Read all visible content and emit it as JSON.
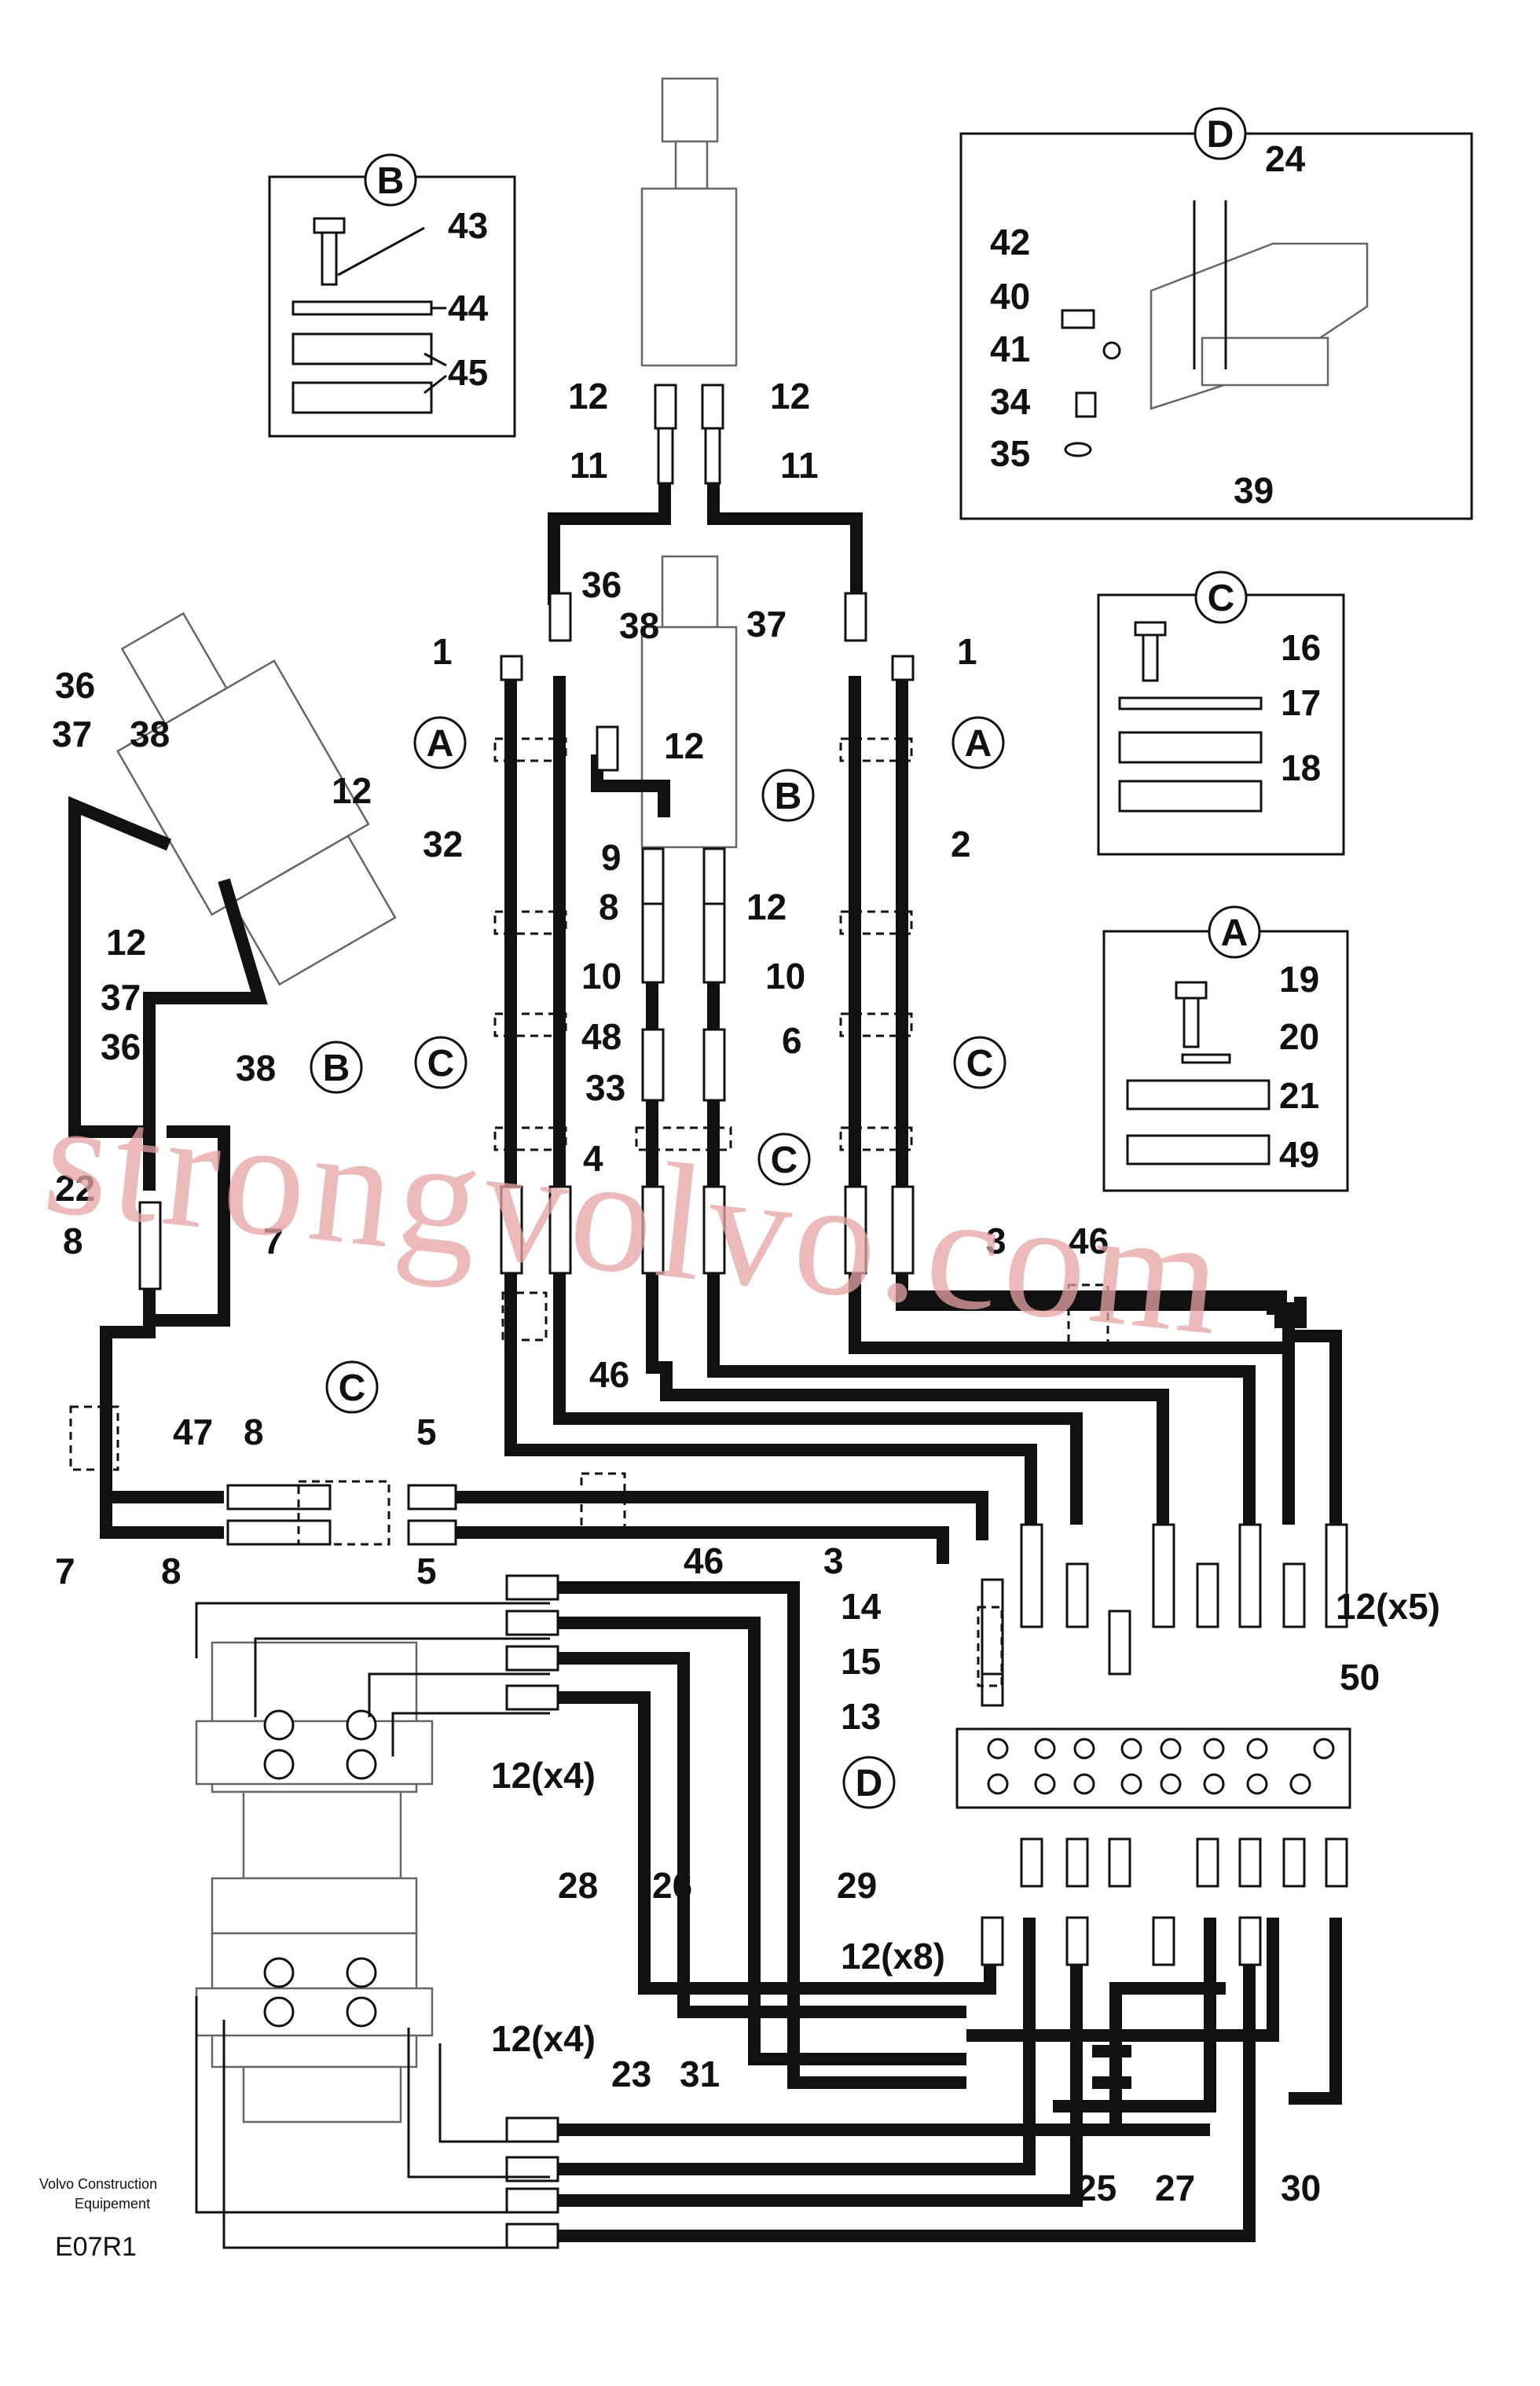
{
  "diagram": {
    "detail_letters": {
      "a": "A",
      "b": "B",
      "c": "C",
      "d": "D"
    },
    "part_numbers": {
      "p1": "1",
      "p2": "2",
      "p3": "3",
      "p4": "4",
      "p5": "5",
      "p6": "6",
      "p7": "7",
      "p8": "8",
      "p9": "9",
      "p10": "10",
      "p11": "11",
      "p12": "12",
      "p13": "13",
      "p14": "14",
      "p15": "15",
      "p16": "16",
      "p17": "17",
      "p18": "18",
      "p19": "19",
      "p20": "20",
      "p21": "21",
      "p22": "22",
      "p23": "23",
      "p24": "24",
      "p25": "25",
      "p26": "26",
      "p27": "27",
      "p28": "28",
      "p29": "29",
      "p30": "30",
      "p31": "31",
      "p32": "32",
      "p33": "33",
      "p34": "34",
      "p35": "35",
      "p36": "36",
      "p37": "37",
      "p38": "38",
      "p39": "39",
      "p40": "40",
      "p41": "41",
      "p42": "42",
      "p43": "43",
      "p44": "44",
      "p45": "45",
      "p46": "46",
      "p47": "47",
      "p48": "48",
      "p49": "49",
      "p50": "50"
    },
    "quantity_labels": {
      "x5": "12(x5)",
      "x4a": "12(x4)",
      "x8": "12(x8)",
      "x4b": "12(x4)"
    },
    "footer": {
      "brand_line1": "Volvo Construction",
      "brand_line2": "Equipement",
      "figure_code": "E07R1"
    },
    "watermark": "strongvolvo.com"
  }
}
